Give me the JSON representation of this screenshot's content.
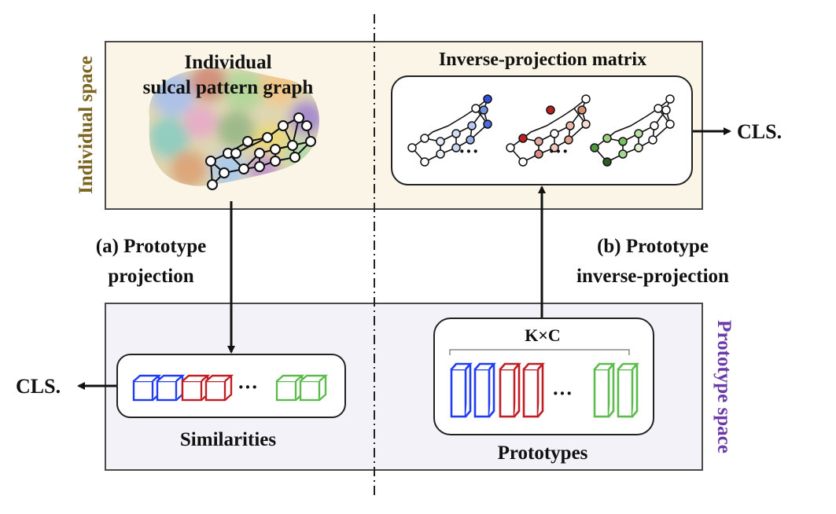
{
  "colors": {
    "individual_space_bg": "#fbf5e8",
    "prototype_space_bg": "#f3f2f9",
    "individual_label": "#7a6420",
    "prototype_label": "#6a3aa8",
    "blue": "#1f3cf0",
    "red": "#c01d25",
    "green": "#5dbb4e"
  },
  "labels": {
    "individual_space": "Individual space",
    "prototype_space": "Prototype space",
    "graph_title_line1": "Individual",
    "graph_title_line2": "sulcal pattern graph",
    "matrix_title": "Inverse-projection matrix",
    "cls_right": "CLS.",
    "cls_left": "CLS.",
    "step_a_line1": "(a) Prototype",
    "step_a_line2": "projection",
    "step_b_line1": "(b) Prototype",
    "step_b_line2": "inverse-projection",
    "similarities": "Similarities",
    "prototypes": "Prototypes",
    "kxc": "K×C",
    "ellipsis_1": "···",
    "ellipsis_2": "···",
    "ellipsis_3": "···",
    "ellipsis_4": "···"
  },
  "icons": {
    "brain": "brain-surface-icon",
    "graph": "sulcal-graph-icon",
    "cube": "prototype-cube-icon",
    "prism": "prototype-prism-icon"
  }
}
